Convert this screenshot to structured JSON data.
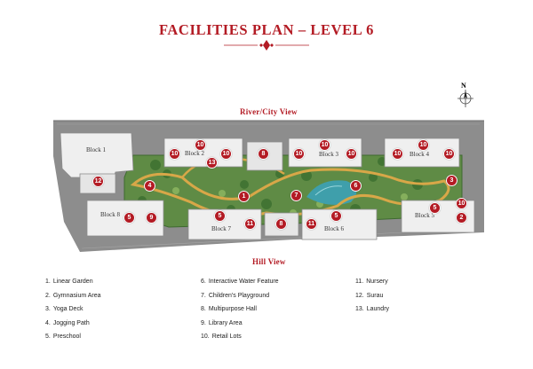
{
  "title": "FACILITIES PLAN – LEVEL 6",
  "colors": {
    "title": "#b31b24",
    "marker": "#b31b24",
    "path": "#d8a748",
    "block_roof": "#eeeeee",
    "building_edge": "#8c8c8c",
    "surround": "#8d8d8d",
    "garden": "#4d7f3e",
    "pool": "#3f9fab"
  },
  "labels": {
    "top_view": "River/City View",
    "bottom_view": "Hill View",
    "compass_north": "N"
  },
  "blocks": {
    "b1": "Block 1",
    "b2": "Block 2",
    "b3": "Block 3",
    "b4": "Block 4",
    "b5": "Block 5",
    "b6": "Block 6",
    "b7": "Block 7",
    "b8": "Block 8"
  },
  "markers": {
    "m_b2_10a": "10",
    "m_b2_10b": "10",
    "m_b2_10c": "10",
    "m_b2_13": "13",
    "m_center_8": "8",
    "m_b3_10a": "10",
    "m_b3_10b": "10",
    "m_b3_10c": "10",
    "m_b4_10a": "10",
    "m_b4_10b": "10",
    "m_b4_10c": "10",
    "m_12": "12",
    "m_4": "4",
    "m_1": "1",
    "m_3": "3",
    "m_6": "6",
    "m_7": "7",
    "m_b8_5": "5",
    "m_b8_9": "9",
    "m_b7_5": "5",
    "m_b7_11": "11",
    "m_8b": "8",
    "m_b6_11": "11",
    "m_b6_5": "5",
    "m_b5_5": "5",
    "m_b5_10": "10",
    "m_b5_2": "2"
  },
  "legend": [
    {
      "num": "1.",
      "label": "Linear Garden"
    },
    {
      "num": "2.",
      "label": "Gymnasium Area"
    },
    {
      "num": "3.",
      "label": "Yoga Deck"
    },
    {
      "num": "4.",
      "label": "Jogging Path"
    },
    {
      "num": "5.",
      "label": "Preschool"
    },
    {
      "num": "6.",
      "label": "Interactive Water Feature"
    },
    {
      "num": "7.",
      "label": "Children's Playground"
    },
    {
      "num": "8.",
      "label": "Multipurpose Hall"
    },
    {
      "num": "9.",
      "label": "Library Area"
    },
    {
      "num": "10.",
      "label": "Retail Lots"
    },
    {
      "num": "11.",
      "label": "Nursery"
    },
    {
      "num": "12.",
      "label": "Surau"
    },
    {
      "num": "13.",
      "label": "Laundry"
    }
  ]
}
